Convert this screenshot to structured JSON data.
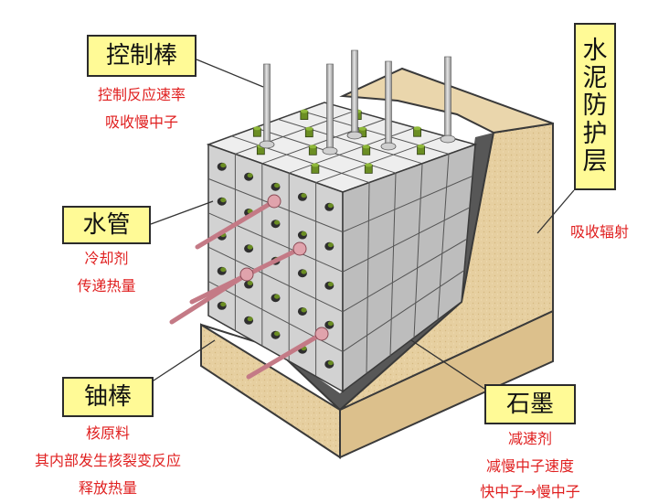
{
  "labels": {
    "control_rod": {
      "title": "控制棒",
      "notes": [
        "控制反应速率",
        "吸收慢中子"
      ]
    },
    "water_pipe": {
      "title": "水管",
      "notes": [
        "冷却剂",
        "传递热量"
      ]
    },
    "uranium_rod": {
      "title": "铀棒",
      "notes": [
        "核原料",
        "其内部发生核裂变反应",
        "释放热量"
      ]
    },
    "graphite": {
      "title": "石墨",
      "notes": [
        "减速剂",
        "减慢中子速度",
        "快中子→慢中子"
      ]
    },
    "cement_shield": {
      "title_chars": [
        "水",
        "泥",
        "防",
        "护",
        "层"
      ],
      "notes": [
        "吸收辐射"
      ]
    }
  },
  "colors": {
    "label_fill": "#fffa96",
    "note_text": "#e02020",
    "concrete": "#e6cfa0",
    "block_top": "#eeeeee",
    "block_left": "#d2d2d2",
    "block_right": "#bdbdbd",
    "control_cap": "#6b8e23",
    "uranium_rod": "#c47a86"
  }
}
